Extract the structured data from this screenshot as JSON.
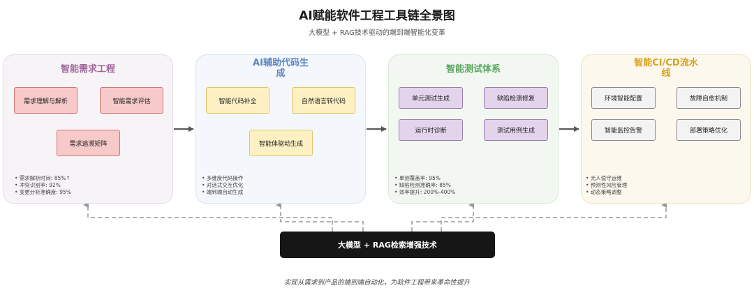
{
  "title": "AI赋能软件工程工具链全景图",
  "subtitle": "大模型 + RAG技术驱动的端到端智能化变革",
  "stages": [
    {
      "title": "智能需求工程",
      "modules": [
        "需求理解与解析",
        "智能需求评估",
        "需求追溯矩阵"
      ],
      "metrics": [
        "需求解析时间: 85%↑",
        "冲突识别率: 92%",
        "变更分析准确度: 95%"
      ],
      "accent": "#a0689a",
      "panel_bg": "#f7f4f8",
      "panel_border": "#e3dbe6",
      "box_bg": "#f8c9c9",
      "box_border": "#d47474"
    },
    {
      "title_line1": "AI辅助代码生",
      "title_line2": "成",
      "modules": [
        "智能代码补全",
        "自然语言转代码",
        "智能体驱动生成"
      ],
      "metrics": [
        "多维度代码操作",
        "对话式交互优化",
        "端到端自动生成"
      ],
      "accent": "#5b86c1",
      "panel_bg": "#f4f7fc",
      "panel_border": "#d8e2f0",
      "box_bg": "#fdf0c2",
      "box_border": "#e2c56e"
    },
    {
      "title": "智能测试体系",
      "modules": [
        "单元测试生成",
        "缺陷检测修复",
        "运行时诊断",
        "测试用例生成"
      ],
      "metrics": [
        "单测覆盖率: 95%",
        "缺陷检测准确率: 85%",
        "效率提升: 200%-400%"
      ],
      "accent": "#5aa55f",
      "panel_bg": "#f2f8f1",
      "panel_border": "#d4e8d2",
      "box_bg": "#e3d4ec",
      "box_border": "#9a7db0"
    },
    {
      "title_line1": "智能CI/CD流水",
      "title_line2": "线",
      "modules": [
        "环境智能配置",
        "故障自愈机制",
        "智能监控告警",
        "部署策略优化"
      ],
      "metrics": [
        "无人值守运维",
        "预测性风险管理",
        "动态策略调整"
      ],
      "accent": "#d9a21b",
      "panel_bg": "#fdf8ee",
      "panel_border": "#f2e2bc",
      "box_bg": "#f3f3f3",
      "box_border": "#8a8a8a"
    }
  ],
  "core": "大模型 + RAG检索增强技术",
  "footer": "实现从需求到产品的端到端自动化，为软件工程带来革命性提升"
}
